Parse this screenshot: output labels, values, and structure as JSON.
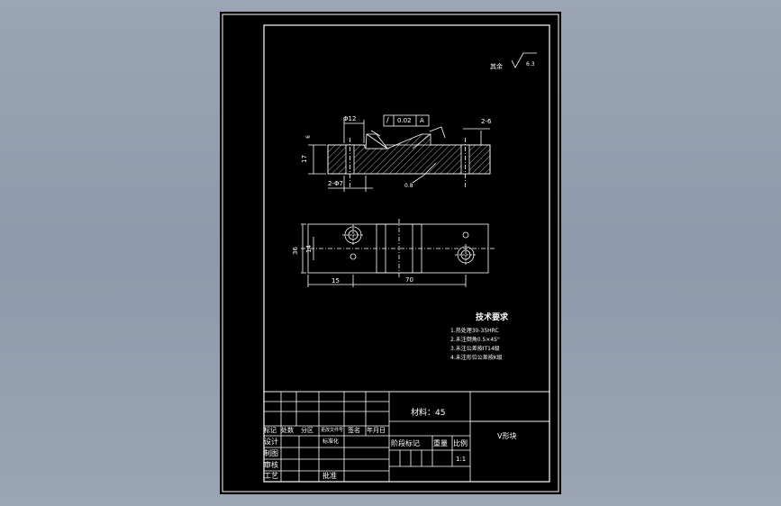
{
  "drawing": {
    "roughness": "其余",
    "roughness_value": "6.3",
    "dims": {
      "hole": "Φ12",
      "tol_symbol": "/",
      "tol_value": "0.02",
      "tol_ref": "A",
      "slots": "2-6",
      "thread": "2-Φ7",
      "height": "17",
      "width": "36",
      "depth": "14",
      "left": "15",
      "center": "70",
      "side": "6",
      "surface": "0.8"
    },
    "tech_title": "技术要求",
    "tech_items": [
      "1.热处理30-35HRC",
      "2.未注倒角0.5×45°",
      "3.未注公差按IT14级",
      "4.未注形位公差按K级"
    ]
  },
  "title_block": {
    "material": "材料：45",
    "part_name": "V形块",
    "scale": "1:1",
    "headers": [
      "标记",
      "处数",
      "分区",
      "更改文件号",
      "签名",
      "年月日"
    ],
    "roles": [
      "设计",
      "制图",
      "审核",
      "工艺"
    ],
    "std": "标准化",
    "approve": "批准",
    "stage": "阶段标记",
    "weight": "重量",
    "ratio": "比例"
  },
  "colors": {
    "background": "#939fb0",
    "sheet": "#000000",
    "line": "#ffffff",
    "hatch": "#c8c8c8"
  }
}
